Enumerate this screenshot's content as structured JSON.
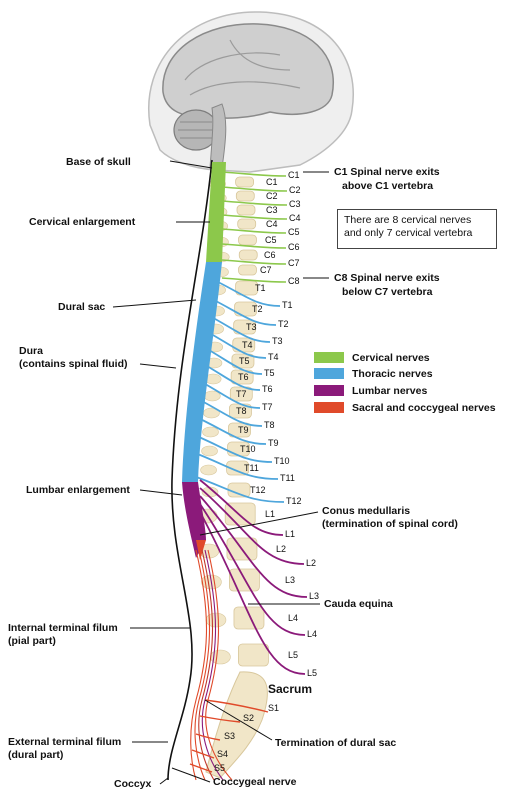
{
  "callouts": {
    "base_of_skull": "Base of skull",
    "cervical_enlargement": "Cervical enlargement",
    "dural_sac": "Dural sac",
    "dura_line1": "Dura",
    "dura_line2": "(contains spinal fluid)",
    "lumbar_enlargement": "Lumbar enlargement",
    "internal_filum_line1": "Internal terminal filum",
    "internal_filum_line2": "(pial part)",
    "external_filum_line1": "External terminal filum",
    "external_filum_line2": "(dural part)",
    "coccyx": "Coccyx",
    "c1_note_line1": "C1 Spinal nerve exits",
    "c1_note_line2": "above C1 vertebra",
    "c8_note_line1": "C8 Spinal nerve exits",
    "c8_note_line2": "below C7 vertebra",
    "conus_line1": "Conus medullaris",
    "conus_line2": "(termination of spinal cord)",
    "cauda_equina": "Cauda equina",
    "sacrum": "Sacrum",
    "termination_dural_sac": "Termination of dural sac",
    "coccygeal_nerve": "Coccygeal nerve"
  },
  "info_box": {
    "line1": "There are 8 cervical nerves",
    "line2": "and only 7 cervical vertebra"
  },
  "legend": [
    {
      "label": "Cervical nerves",
      "color": "#8cc84b"
    },
    {
      "label": "Thoracic nerves",
      "color": "#4ea6dc"
    },
    {
      "label": "Lumbar nerves",
      "color": "#8b1a7a"
    },
    {
      "label": "Sacral and coccygeal nerves",
      "color": "#e04a2a"
    }
  ],
  "vertebra_labels": [
    "C1",
    "C2",
    "C3",
    "C4",
    "C5",
    "C6",
    "C7",
    "T1",
    "T2",
    "T3",
    "T4",
    "T5",
    "T6",
    "T7",
    "T8",
    "T9",
    "T10",
    "T11",
    "T12",
    "L1",
    "L2",
    "L3",
    "L4",
    "L5",
    "S1",
    "S2",
    "S3",
    "S4",
    "S5"
  ],
  "nerve_labels": [
    "C1",
    "C2",
    "C3",
    "C4",
    "C5",
    "C6",
    "C7",
    "C8",
    "T1",
    "T2",
    "T3",
    "T4",
    "T5",
    "T6",
    "T7",
    "T8",
    "T9",
    "T10",
    "T11",
    "T12",
    "L1",
    "L2",
    "L3",
    "L4",
    "L5"
  ],
  "colors": {
    "cervical": "#8cc84b",
    "thoracic": "#4ea6dc",
    "lumbar": "#8b1a7a",
    "sacral": "#e04a2a",
    "bone": "#f1e6c8",
    "bone_edge": "#d8c79c",
    "brain": "#c9c9c9",
    "skin": "#efefef"
  }
}
